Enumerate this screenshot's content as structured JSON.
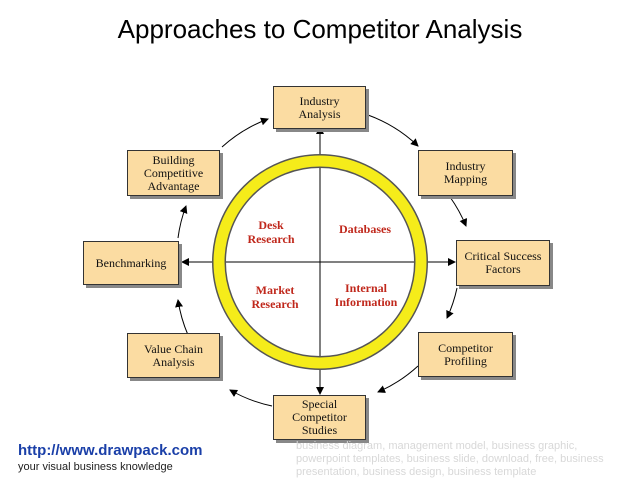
{
  "title": "Approaches to Competitor Analysis",
  "colors": {
    "box_fill": "#fbdca2",
    "ring": "#f5ec1a",
    "quadrant_text": "#c0281c",
    "url": "#1a3fa8"
  },
  "nodes": {
    "industry_analysis": "Industry\nAnalysis",
    "industry_mapping": "Industry\nMapping",
    "critical_success_factors": "Critical    Success\nFactors",
    "competitor_profiling": "Competitor\nProfiling",
    "special_competitor_studies": "Special\nCompetitor\nStudies",
    "value_chain_analysis": "Value  Chain\nAnalysis",
    "benchmarking": "Benchmarking",
    "building_competitive_advantage": "Building\nCompetitive\nAdvantage"
  },
  "quadrants": {
    "desk_research": "Desk\nResearch",
    "databases": "Databases",
    "market_research": "Market\nResearch",
    "internal_information": "Internal\nInformation"
  },
  "footer": {
    "url": "http://www.drawpack.com",
    "tagline": "your visual  business knowledge",
    "watermark": "business diagram, management model, business graphic, powerpoint templates, business slide, download, free, business presentation, business design, business template"
  }
}
